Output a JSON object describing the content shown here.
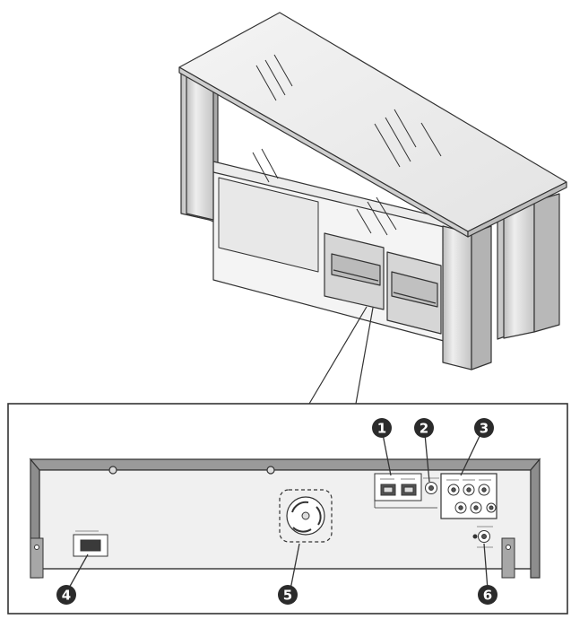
{
  "callouts": [
    {
      "number": "1",
      "part": "connector-pair"
    },
    {
      "number": "2",
      "part": "coaxial-jack"
    },
    {
      "number": "3",
      "part": "rca-jack-group"
    },
    {
      "number": "4",
      "part": "power-inlet"
    },
    {
      "number": "5",
      "part": "cooling-fan"
    },
    {
      "number": "6",
      "part": "antenna-terminal"
    }
  ],
  "colors": {
    "line": "#333333",
    "callout_fill": "#2b2b2b",
    "glass": "#eeeeee",
    "panel": "#f2f2f2",
    "leg": "#d6d6d6"
  }
}
